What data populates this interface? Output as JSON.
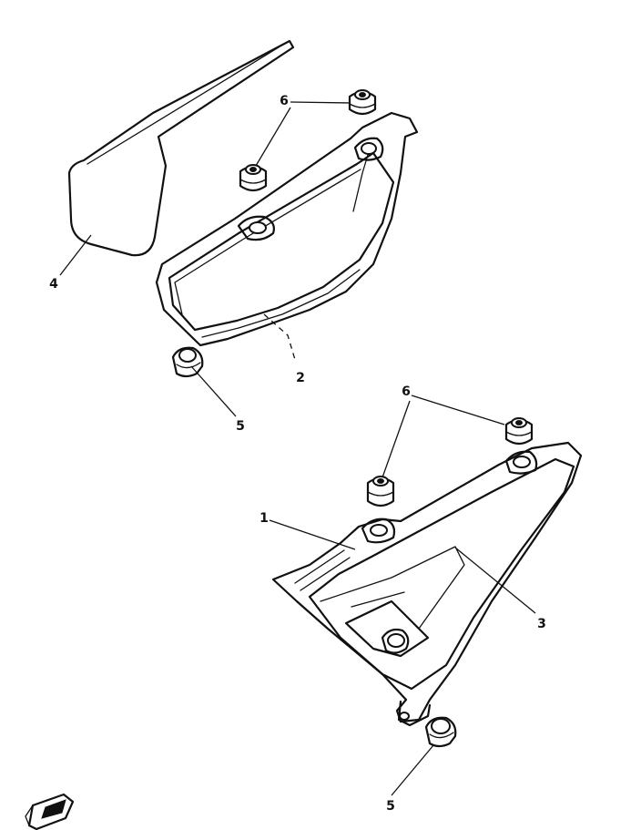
{
  "callouts": {
    "c1": "1",
    "c2": "2",
    "c3": "3",
    "c4": "4",
    "c5_upper": "5",
    "c5_lower": "5",
    "c6_upper": "6",
    "c6_lower": "6"
  },
  "icons": {
    "front_arrow": "front-direction-arrow-icon"
  }
}
